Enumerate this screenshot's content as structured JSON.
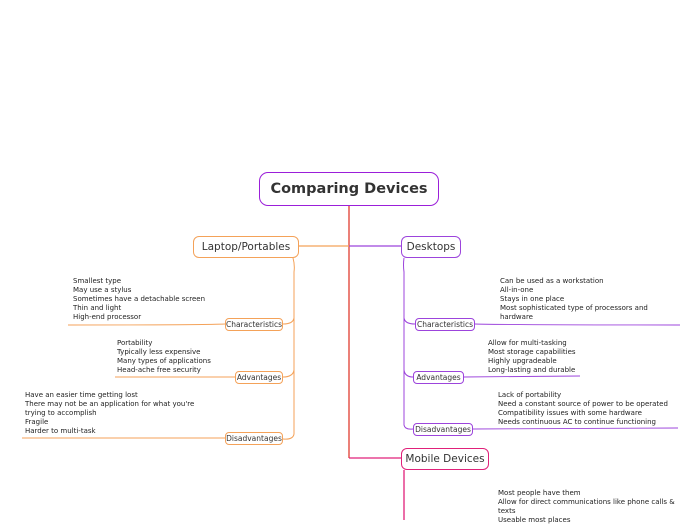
{
  "root": {
    "title": "Comparing Devices"
  },
  "colors": {
    "root": "#9b1fd9",
    "laptop": "#f4a259",
    "desktop": "#9c44dc",
    "mobile": "#e0217a",
    "trunk": "#e03c31"
  },
  "laptop": {
    "title": "Laptop/Portables",
    "characteristics": {
      "label": "Characteristics",
      "items": [
        "Smallest type",
        "May use a stylus",
        "Sometimes have a detachable screen",
        "Thin and light",
        "High-end processor"
      ]
    },
    "advantages": {
      "label": "Advantages",
      "items": [
        "Portability",
        "Typically less expensive",
        "Many types of applications",
        "Head-ache free security"
      ]
    },
    "disadvantages": {
      "label": "Disadvantages",
      "items": [
        "Have an easier time getting lost",
        "There may not be an application for what you're",
        "trying to accomplish",
        "Fragile",
        "Harder to multi-task"
      ]
    }
  },
  "desktops": {
    "title": "Desktops",
    "characteristics": {
      "label": "Characteristics",
      "items": [
        "Can be used as a workstation",
        "All-in-one",
        "Stays in one place",
        "Most sophisticated type of processors and",
        "hardware"
      ]
    },
    "advantages": {
      "label": "Advantages",
      "items": [
        "Allow for multi-tasking",
        "Most storage capabilities",
        "Highly upgradeable",
        "Long-lasting and durable"
      ]
    },
    "disadvantages": {
      "label": "Disadvantages",
      "items": [
        "Lack of portability",
        "Need a constant source of power to be operated",
        "Compatibility issues with some hardware",
        "Needs continuous AC to continue functioning"
      ]
    }
  },
  "mobile": {
    "title": "Mobile Devices",
    "characteristics": {
      "items": [
        "Most people have them",
        "Allow for direct communications like phone calls &",
        "texts",
        "Useable most places"
      ]
    }
  }
}
